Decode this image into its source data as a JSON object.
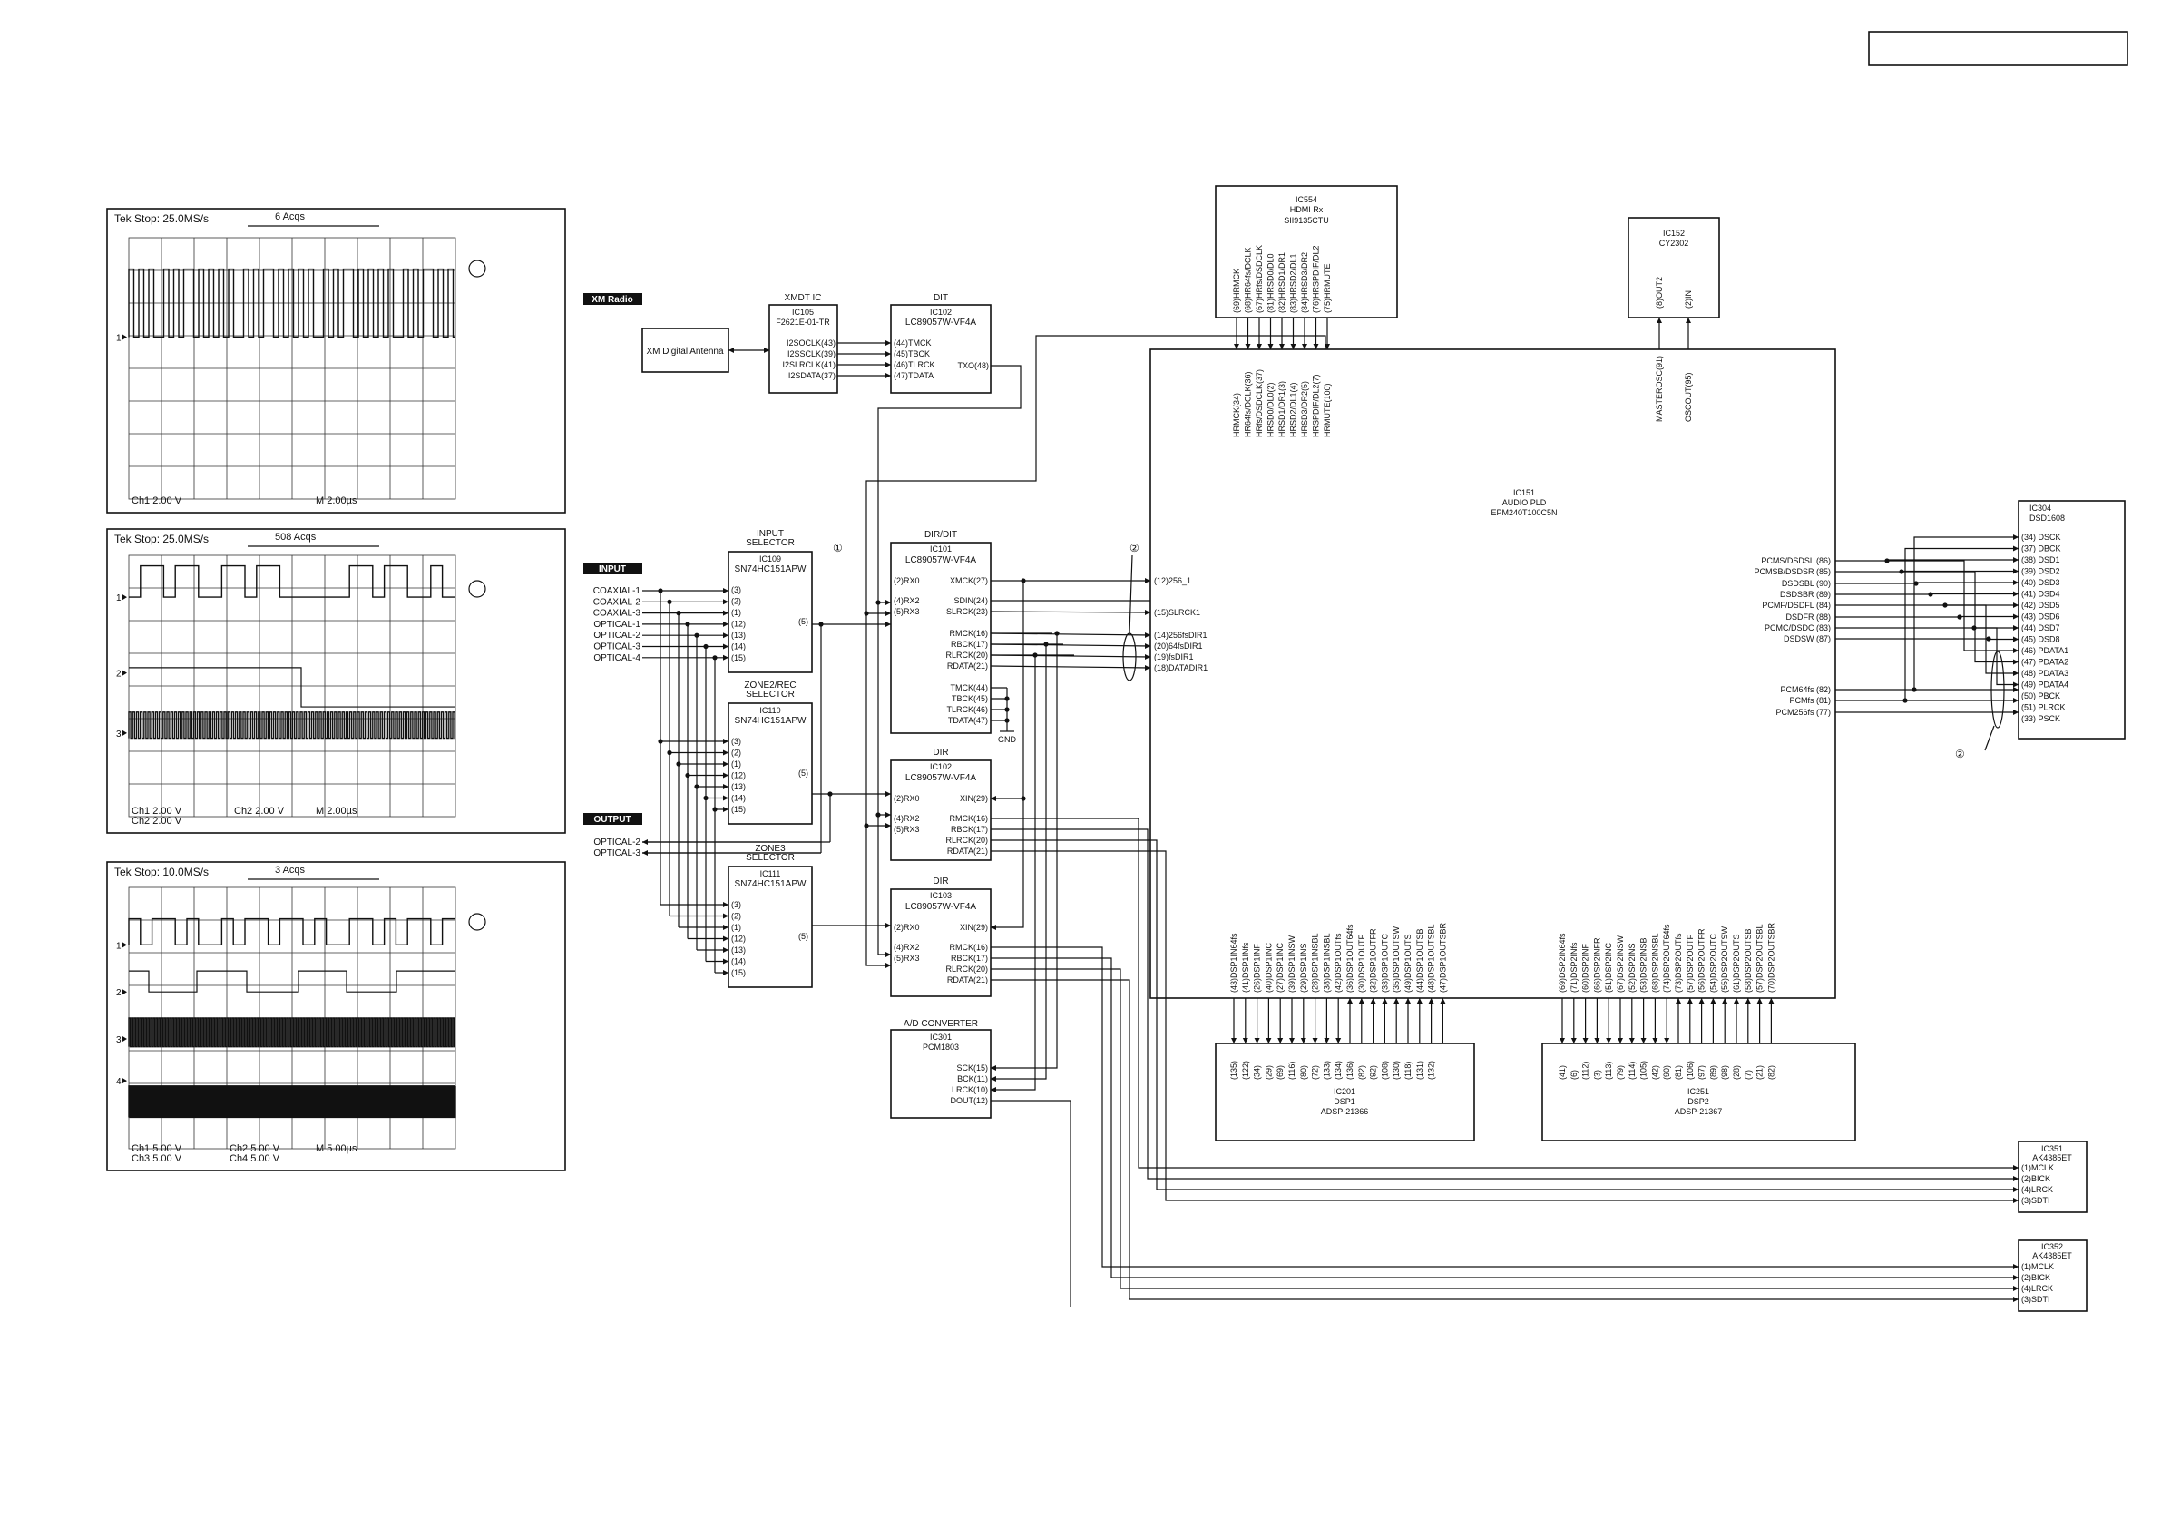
{
  "scopes": [
    {
      "header": "Tek Stop: 25.0MS/s",
      "acq": "6 Acqs",
      "footer1": "Ch1    2.00 V",
      "footer2": "",
      "footer3": "M 2.00µs",
      "footer4": "",
      "markers": [
        "1"
      ]
    },
    {
      "header": "Tek Stop: 25.0MS/s",
      "acq": "508 Acqs",
      "footer1": "Ch1    2.00 V",
      "footer2": "Ch2    2.00 V",
      "footer3": "Ch2    2.00 V",
      "footer4": "M 2.00µs",
      "markers": [
        "1",
        "2",
        "3"
      ]
    },
    {
      "header": "Tek Stop: 10.0MS/s",
      "acq": "3 Acqs",
      "footer1": "Ch1    5.00 V",
      "footer2": "Ch3    5.00 V",
      "footer3": "Ch2    5.00 V",
      "footer4": "Ch4    5.00 V",
      "footer5": "M 5.00µs",
      "markers": [
        "1",
        "2",
        "3",
        "4"
      ]
    }
  ],
  "section_labels": {
    "xm": "XM Radio",
    "input": "INPUT",
    "output": "OUTPUT"
  },
  "xm_antenna": "XM Digital Antenna",
  "ic105": {
    "title": "XMDT IC",
    "ref": "IC105",
    "part": "F2621E-01-TR",
    "pins": [
      "I2SOCLK(43)",
      "I2SSCLK(39)",
      "I2SLRCLK(41)",
      "I2SDATA(37)"
    ]
  },
  "ic102dit": {
    "title": "DIT",
    "ref": "IC102",
    "part": "LC89057W-VF4A",
    "pins": [
      "(44)TMCK",
      "(45)TBCK",
      "(46)TLRCK",
      "(47)TDATA"
    ],
    "out": "TXO(48)"
  },
  "ic554": {
    "ref": "IC554",
    "name": "HDMI Rx",
    "part": "SII9135CTU",
    "pins": [
      "(69)HRMCK",
      "(68)HR64fs/DCLK",
      "(67)HRfs/DSDCLK",
      "(81)HRSD0/DL0",
      "(82)HRSD1/DR1",
      "(83)HRSD2/DL1",
      "(84)HRSD3/DR2",
      "(76)HRSPDIF/DL2",
      "(75)HRMUTE"
    ]
  },
  "ic151_top_pins": [
    "HRMCK(34)",
    "HR64fs/DCLK(36)",
    "HRfs/DSDCLK(37)",
    "HRSD0/DL0(2)",
    "HRSD1/DR1(3)",
    "HRSD2/DL1(4)",
    "HRSD3/DR2(5)",
    "HRSPDIF/DL2(7)",
    "HRMUTE(100)"
  ],
  "ic152": {
    "ref": "IC152",
    "part": "CY2302",
    "pins": [
      "(8)OUT2",
      "(2)IN"
    ],
    "pld_pins": [
      "MASTEROSC(91)",
      "OSCOUT(95)"
    ]
  },
  "ic151": {
    "ref": "IC151",
    "name": "AUDIO PLD",
    "part": "EPM240T100C5N",
    "left_pins": [
      "(12)256_1",
      "(15)SLRCK1",
      "(14)256fsDIR1",
      "(20)64fsDIR1",
      "(19)fsDIR1",
      "(18)DATADIR1"
    ],
    "right_pins": [
      "PCMS/DSDSL  (86)",
      "PCMSB/DSDSR  (85)",
      "DSDSBL  (90)",
      "DSDSBR  (89)",
      "PCMF/DSDFL  (84)",
      "DSDFR  (88)",
      "PCMC/DSDC  (83)",
      "DSDSW  (87)",
      "PCM64fs  (82)",
      "PCMfs  (81)",
      "PCM256fs  (77)"
    ],
    "bottom_pins_dsp1": [
      "(43)DSP1IN64fs",
      "(41)DSP1INfs",
      "(26)DSP1INF",
      "(40)DSP1INC",
      "(27)DSP1INC",
      "(39)DSP1INSW",
      "(29)DSP1INS",
      "(28)DSP1INSBL",
      "(38)DSP1INSBL",
      "(42)DSP1OUTfs",
      "(36)DSP1OUT64fs",
      "(30)DSP1OUTF",
      "(32)DSP1OUTFR",
      "(33)DSP1OUTC",
      "(35)DSP1OUTSW",
      "(49)DSP1OUTS",
      "(44)DSP1OUTSB",
      "(48)DSP1OUTSBL",
      "(47)DSP1OUTSBR"
    ],
    "bottom_pins_dsp2": [
      "(69)DSP2IN64fs",
      "(71)DSP2INfs",
      "(60)DSP2INF",
      "(66)DSP2INFR",
      "(51)DSP2INC",
      "(67)DSP2INSW",
      "(52)DSP2INS",
      "(53)DSP2INSB",
      "(68)DSP2INSBL",
      "(74)DSP2OUT64fs",
      "(73)DSP2OUTfs",
      "(57)DSP2OUTF",
      "(56)DSP2OUTFR",
      "(54)DSP2OUTC",
      "(55)DSP2OUTSW",
      "(61)DSP2OUTS",
      "(58)DSP2OUTSB",
      "(57)DSP2OUTSBL",
      "(70)DSP2OUTSBR"
    ]
  },
  "ic201": {
    "ref": "IC201",
    "name": "DSP1",
    "part": "ADSP-21366",
    "pins": [
      "(135)",
      "(122)",
      "(34)",
      "(29)",
      "(69)",
      "(116)",
      "(80)",
      "(72)",
      "(133)",
      "(134)",
      "(136)",
      "(82)",
      "(92)",
      "(108)",
      "(130)",
      "(118)",
      "(131)",
      "(132)"
    ]
  },
  "ic251": {
    "ref": "IC251",
    "name": "DSP2",
    "part": "ADSP-21367",
    "pins": [
      "(41)",
      "(6)",
      "(112)",
      "(3)",
      "(113)",
      "(79)",
      "(114)",
      "(105)",
      "(42)",
      "(90)",
      "(81)",
      "(106)",
      "(97)",
      "(89)",
      "(98)",
      "(28)",
      "(7)",
      "(21)",
      "(82)"
    ]
  },
  "ic304": {
    "ref": "IC304",
    "part": "DSD1608",
    "pins": [
      "(34)  DSCK",
      "(37)  DBCK",
      "(38)  DSD1",
      "(39)  DSD2",
      "(40)  DSD3",
      "(41)  DSD4",
      "(42)  DSD5",
      "(43)  DSD6",
      "(44)  DSD7",
      "(45)  DSD8",
      "(46)  PDATA1",
      "(47)  PDATA2",
      "(48)  PDATA3",
      "(49)  PDATA4",
      "(50)  PBCK",
      "(51)  PLRCK",
      "(33)  PSCK"
    ]
  },
  "inputs": [
    "COAXIAL-1",
    "COAXIAL-2",
    "COAXIAL-3",
    "OPTICAL-1",
    "OPTICAL-2",
    "OPTICAL-3",
    "OPTICAL-4"
  ],
  "outputs": [
    "OPTICAL-2",
    "OPTICAL-3"
  ],
  "sel_pins": [
    "(3)",
    "(2)",
    "(1)",
    "(12)",
    "(13)",
    "(14)",
    "(15)"
  ],
  "sel_out": "(5)",
  "ic109": {
    "title1": "INPUT",
    "title2": "SELECTOR",
    "ref": "IC109",
    "part": "SN74HC151APW"
  },
  "ic110": {
    "title1": "ZONE2/REC",
    "title2": "SELECTOR",
    "ref": "IC110",
    "part": "SN74HC151APW"
  },
  "ic111": {
    "title1": "ZONE3",
    "title2": "SELECTOR",
    "ref": "IC111",
    "part": "SN74HC151APW"
  },
  "ic101": {
    "title": "DIR/DIT",
    "ref": "IC101",
    "part": "LC89057W-VF4A",
    "left": [
      "(2)RX0",
      "(4)RX2",
      "(5)RX3"
    ],
    "right": [
      "XMCK(27)",
      "SDIN(24)",
      "SLRCK(23)",
      "RMCK(16)",
      "RBCK(17)",
      "RLRCK(20)",
      "RDATA(21)",
      "TMCK(44)",
      "TBCK(45)",
      "TLRCK(46)",
      "TDATA(47)"
    ],
    "gnd": "GND"
  },
  "ic102dir": {
    "title": "DIR",
    "ref": "IC102",
    "part": "LC89057W-VF4A",
    "left": [
      "(2)RX0",
      "(4)RX2",
      "(5)RX3"
    ],
    "right": [
      "XIN(29)",
      "RMCK(16)",
      "RBCK(17)",
      "RLRCK(20)",
      "RDATA(21)"
    ]
  },
  "ic103": {
    "title": "DIR",
    "ref": "IC103",
    "part": "LC89057W-VF4A",
    "left": [
      "(2)RX0",
      "(4)RX2",
      "(5)RX3"
    ],
    "right": [
      "XIN(29)",
      "RMCK(16)",
      "RBCK(17)",
      "RLRCK(20)",
      "RDATA(21)"
    ]
  },
  "ic301": {
    "title": "A/D CONVERTER",
    "ref": "IC301",
    "part": "PCM1803",
    "pins": [
      "SCK(15)",
      "BCK(11)",
      "LRCK(10)",
      "DOUT(12)"
    ]
  },
  "ic351": {
    "ref": "IC351",
    "part": "AK4385ET",
    "pins": [
      "(1)MCLK",
      "(2)BICK",
      "(4)LRCK",
      "(3)SDTI"
    ]
  },
  "ic352": {
    "ref": "IC352",
    "part": "AK4385ET",
    "pins": [
      "(1)MCLK",
      "(2)BICK",
      "(4)LRCK",
      "(3)SDTI"
    ]
  },
  "markers": {
    "m1": "①",
    "m2": "②",
    "m2b": "②"
  }
}
